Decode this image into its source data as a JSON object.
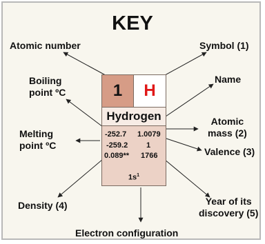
{
  "title": "KEY",
  "labels": {
    "atomic_number": "Atomic number",
    "symbol": "Symbol (1)",
    "boiling_1": "Boiling",
    "boiling_2": "point ºC",
    "name": "Name",
    "melting_1": "Melting",
    "melting_2": "point ºC",
    "atomic_mass_1": "Atomic",
    "atomic_mass_2": "mass (2)",
    "valence": "Valence (3)",
    "density": "Density (4)",
    "year_1": "Year of its",
    "year_2": "discovery (5)",
    "electron_config": "Electron configuration"
  },
  "element": {
    "number": "1",
    "symbol": "H",
    "name": "Hydrogen",
    "boiling_point": "-252.7",
    "atomic_mass": "1.0079",
    "melting_point": "-259.2",
    "valence": "1",
    "density": "0.089**",
    "year": "1766",
    "config_base": "1s",
    "config_exp": "1"
  },
  "colors": {
    "number_bg": "#d69c86",
    "symbol_color": "#e01818",
    "card_bg": "#ecd2c6"
  }
}
